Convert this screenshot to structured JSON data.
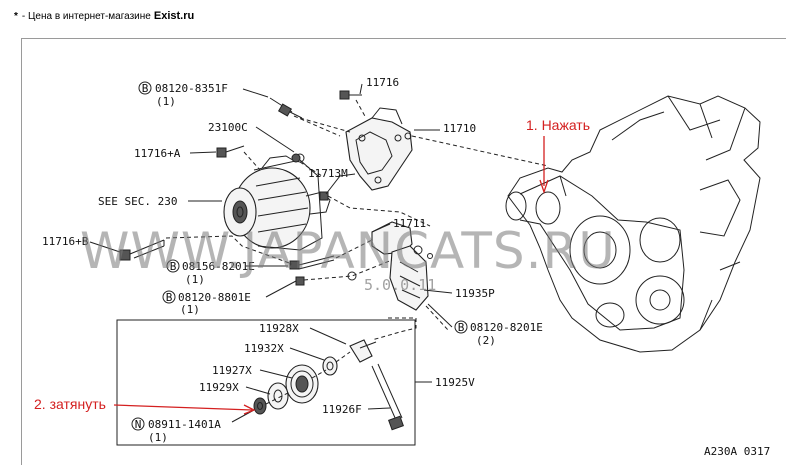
{
  "note": {
    "star": "*",
    "text": "- Цена в интернет-магазине",
    "shop": "Exist.ru"
  },
  "annotations": {
    "press": "1. Нажать",
    "tighten": "2. затянуть"
  },
  "labels": {
    "b08120_8351f": "B",
    "p08120_8351f": "08120-8351F",
    "q08120_8351f": "(1)",
    "p11716": "11716",
    "p11710": "11710",
    "p23100c": "23100C",
    "p11716a": "11716+A",
    "p11713m": "11713M",
    "see_sec": "SEE SEC. 230",
    "p11711": "11711",
    "p11716b": "11716+B",
    "b08156": "B",
    "p08156": "08156-8201E",
    "q08156": "(1)",
    "b08120_8801e": "B",
    "p08120_8801e": "08120-8801E",
    "q08120_8801e": "(1)",
    "p11935p": "11935P",
    "b08120_8201e": "B",
    "p08120_8201e": "08120-8201E",
    "q08120_8201e": "(2)",
    "p11928x": "11928X",
    "p11932x": "11932X",
    "p11927x": "11927X",
    "p11929x": "11929X",
    "p11925v": "11925V",
    "p11926f": "11926F",
    "n08911": "N",
    "p08911": "08911-1401A",
    "q08911": "(1)",
    "code": "A230A 0317"
  },
  "watermark": {
    "main": "WWW.JAPANCATS.RU",
    "sub": "5.0.0.11"
  },
  "colors": {
    "annotation": "#d42020",
    "line": "#222222",
    "watermark": "#7a7a7a"
  }
}
